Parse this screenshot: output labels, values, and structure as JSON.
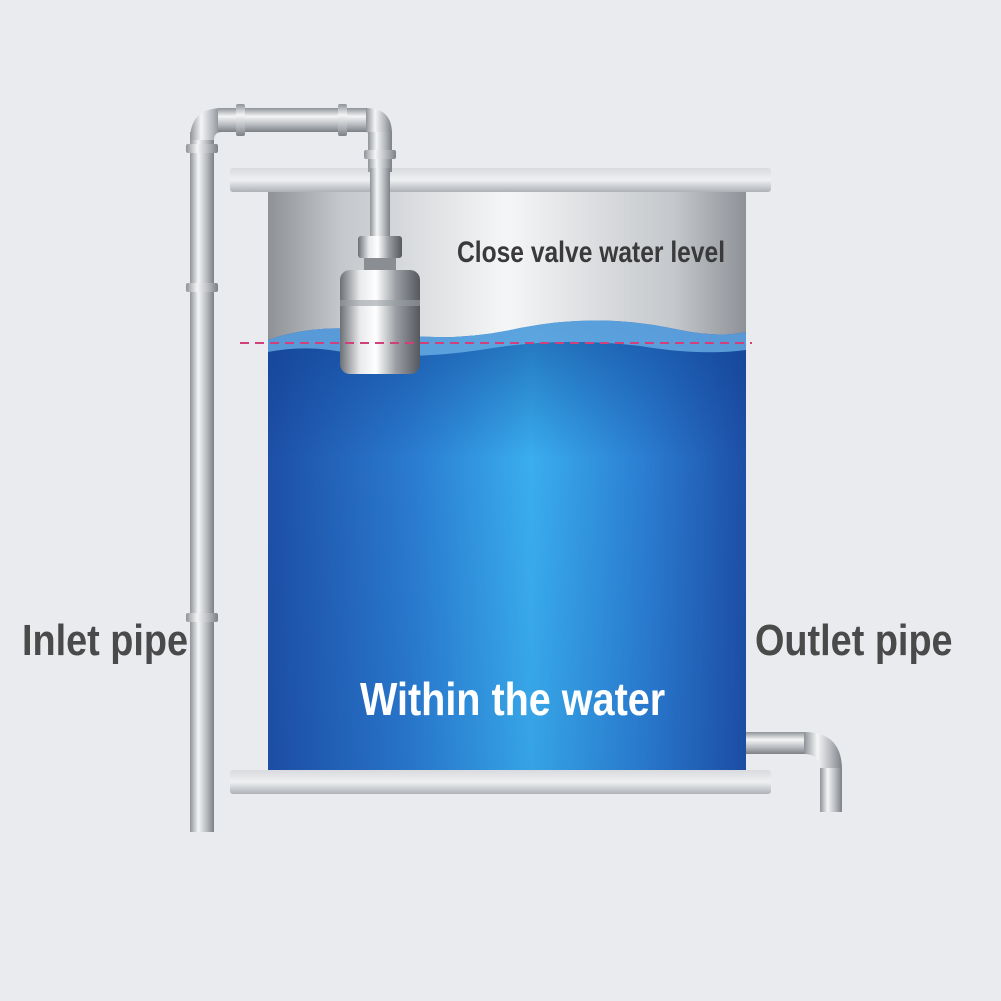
{
  "labels": {
    "close_valve_level": "Close valve water level",
    "inlet_pipe": "Inlet pipe",
    "outlet_pipe": "Outlet pipe",
    "within_water": "Within the water"
  },
  "colors": {
    "background": "#e9ebee",
    "water_deep": "#1f5fb8",
    "water_light": "#35a8ea",
    "steel": "#c9ccd0",
    "level_line": "#d0407a"
  },
  "icons": {
    "float_valve": "float-ball-valve",
    "tank": "water-tank",
    "inlet": "inlet-pipe",
    "outlet": "outlet-pipe"
  }
}
